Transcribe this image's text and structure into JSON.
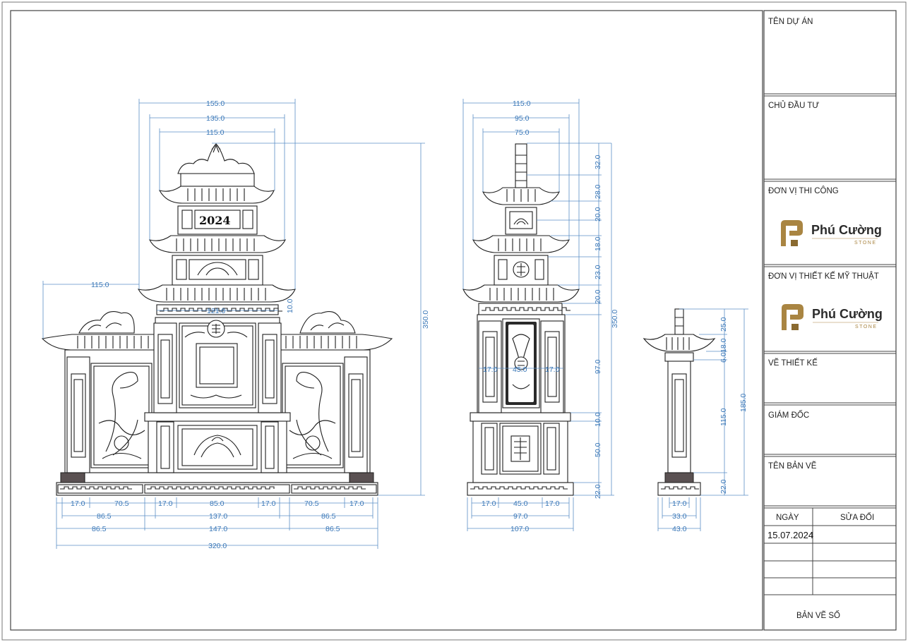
{
  "title_block": {
    "project_name_label": "TÊN DỰ ÁN",
    "investor_label": "CHỦ ĐẦU TƯ",
    "contractor_label": "ĐƠN VỊ THI CÔNG",
    "art_designer_label": "ĐƠN VỊ THIẾT KẾ MỸ THUẬT",
    "drafter_label": "VẼ THIẾT KẾ",
    "director_label": "GIÁM ĐỐC",
    "drawing_name_label": "TÊN BẢN VẼ",
    "date_header": "NGÀY",
    "revision_header": "SỬA ĐỔI",
    "date_value": "15.07.2024",
    "drawing_number_label": "BẢN VẼ SỐ"
  },
  "logo": {
    "name": "Phú Cường",
    "tagline": "STONE",
    "accent_color": "#a98542"
  },
  "front_view": {
    "year_plaque": "2024",
    "top_dims": [
      "155.0",
      "135.0",
      "115.0"
    ],
    "wing_width": "115.0",
    "inner_width": "121.0",
    "gap": "10.0",
    "height": "350.0",
    "bottom_row1": [
      "17.0",
      "70.5",
      "17.0",
      "85.0",
      "17.0",
      "70.5",
      "17.0"
    ],
    "bottom_row2": [
      "86.5",
      "137.0",
      "86.5"
    ],
    "bottom_row3": [
      "86.5",
      "147.0",
      "86.5"
    ],
    "total_width": "320.0"
  },
  "side_view": {
    "top_dims": [
      "115.0",
      "95.0",
      "75.0"
    ],
    "vertical_dims": [
      "32.0",
      "28.0",
      "20.0",
      "18.0",
      "23.0",
      "20.0",
      "97.0",
      "10.0",
      "50.0",
      "22.0"
    ],
    "height": "350.0",
    "inner_dims": [
      "17.0",
      "45.0",
      "17.0"
    ],
    "bottom_row1": [
      "17.0",
      "45.0",
      "17.0"
    ],
    "bottom_row2": "97.0",
    "bottom_row3": "107.0"
  },
  "pillar_view": {
    "vertical_dims": [
      "25.0",
      "18.0",
      "6.0",
      "115.0",
      "22.0"
    ],
    "height": "185.0",
    "bottom_dims": [
      "17.0",
      "33.0",
      "43.0"
    ]
  },
  "colors": {
    "ink": "#1e1e1e",
    "dimension": "#3b78b8",
    "base_dark": "#5a5152"
  }
}
